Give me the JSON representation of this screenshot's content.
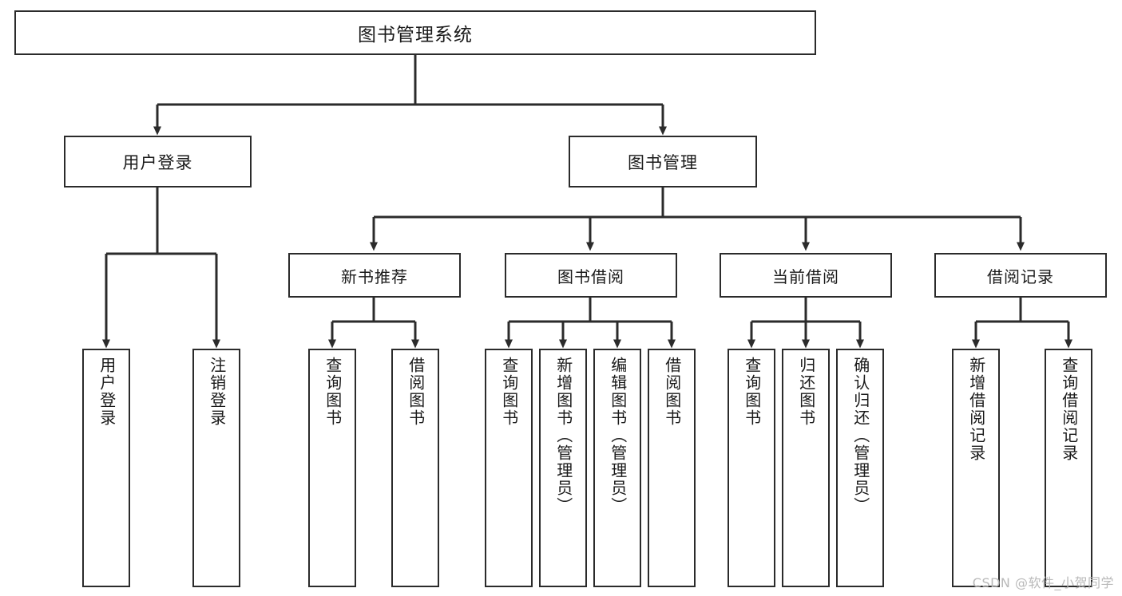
{
  "diagram": {
    "title": "图书管理系统",
    "type": "hierarchy-tree",
    "background_color": "#ffffff",
    "stroke_color": "#2b2b2b",
    "text_color": "#1a1a1a"
  },
  "root": {
    "label": "图书管理系统"
  },
  "level1": [
    {
      "label": "用户登录"
    },
    {
      "label": "图书管理"
    }
  ],
  "level2": [
    {
      "label": "新书推荐"
    },
    {
      "label": "图书借阅"
    },
    {
      "label": "当前借阅"
    },
    {
      "label": "借阅记录"
    }
  ],
  "leaves": [
    {
      "label": "用户登录",
      "parent": "用户登录"
    },
    {
      "label": "注销登录",
      "parent": "用户登录"
    },
    {
      "label": "查询图书",
      "parent": "新书推荐"
    },
    {
      "label": "借阅图书",
      "parent": "新书推荐"
    },
    {
      "label": "查询图书",
      "parent": "图书借阅"
    },
    {
      "label": "新增图书（管理员）",
      "parent": "图书借阅"
    },
    {
      "label": "编辑图书（管理员）",
      "parent": "图书借阅"
    },
    {
      "label": "借阅图书",
      "parent": "图书借阅"
    },
    {
      "label": "查询图书",
      "parent": "当前借阅"
    },
    {
      "label": "归还图书",
      "parent": "当前借阅"
    },
    {
      "label": "确认归还（管理员）",
      "parent": "当前借阅"
    },
    {
      "label": "新增借阅记录",
      "parent": "借阅记录"
    },
    {
      "label": "查询借阅记录",
      "parent": "借阅记录"
    }
  ],
  "watermark": {
    "text": "CSDN @软件_小贺同学"
  }
}
